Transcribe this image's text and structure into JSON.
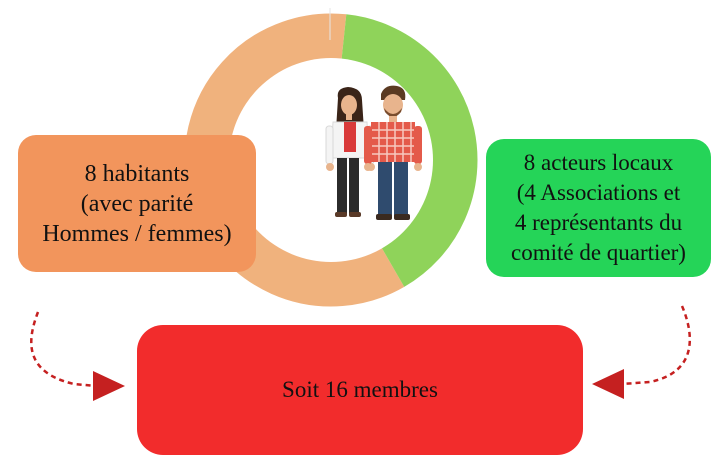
{
  "diagram": {
    "left_box": {
      "lines": [
        "8 habitants",
        "(avec parité",
        "Hommes / femmes)"
      ]
    },
    "right_box": {
      "lines": [
        "8 acteurs locaux",
        "(4 Associations et",
        "4 représentants du",
        "comité de quartier)"
      ]
    },
    "bottom_box": {
      "text": "Soit 16 membres"
    },
    "ring": {
      "left_share": 0.6,
      "right_share": 0.4
    },
    "colors": {
      "ring_left": "#f0b27d",
      "ring_right": "#8fd35a",
      "left_box": "#f2955c",
      "right_box": "#25d458",
      "bottom_box": "#f22c2c",
      "arrow": "#c52020"
    },
    "icons": [
      "woman-icon",
      "man-icon",
      "dashed-arrow-icon"
    ]
  }
}
